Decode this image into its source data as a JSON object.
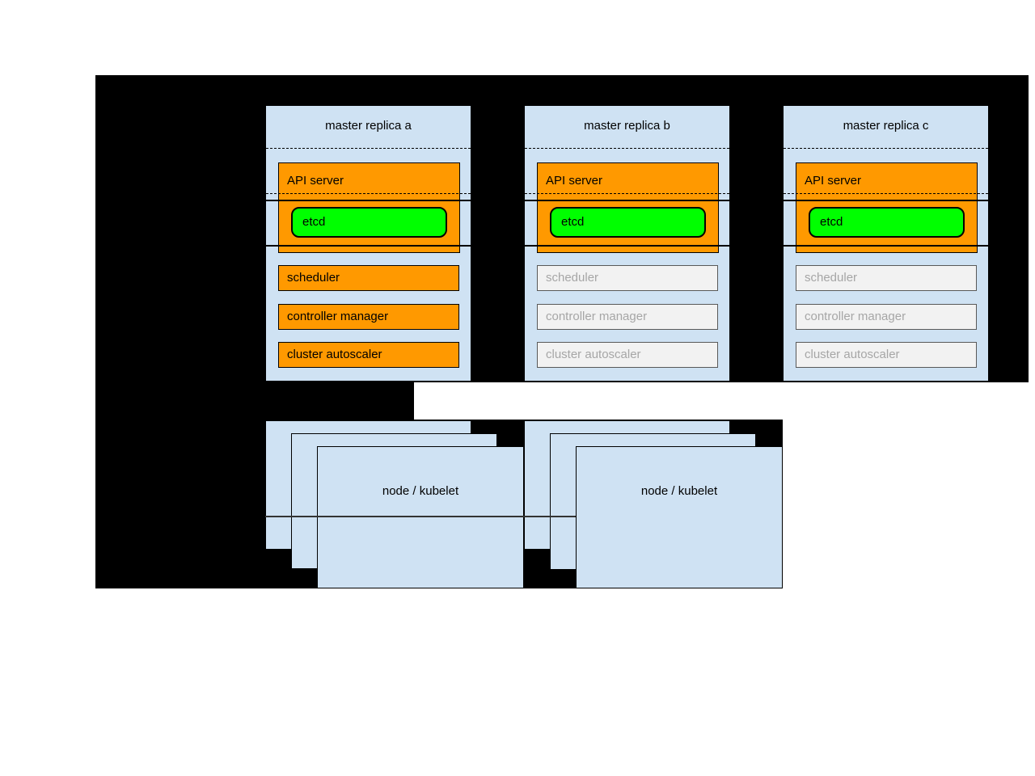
{
  "colors": {
    "background": "#000000",
    "master_fill": "#cfe2f3",
    "active_fill": "#ff9900",
    "etcd_fill": "#00ff00",
    "inactive_fill": "#f2f2f2",
    "inactive_border": "#595959",
    "inactive_text": "#a6a6a6"
  },
  "masters": {
    "replicas": [
      {
        "title": "master replica a",
        "api_server": "API server",
        "etcd": "etcd",
        "scheduler": "scheduler",
        "controller_manager": "controller manager",
        "cluster_autoscaler": "cluster autoscaler",
        "components_active": true
      },
      {
        "title": "master replica b",
        "api_server": "API server",
        "etcd": "etcd",
        "scheduler": "scheduler",
        "controller_manager": "controller manager",
        "cluster_autoscaler": "cluster autoscaler",
        "components_active": false
      },
      {
        "title": "master replica c",
        "api_server": "API server",
        "etcd": "etcd",
        "scheduler": "scheduler",
        "controller_manager": "controller manager",
        "cluster_autoscaler": "cluster autoscaler",
        "components_active": false
      }
    ]
  },
  "nodes": [
    {
      "label": "node / kubelet"
    },
    {
      "label": "node / kubelet"
    }
  ]
}
